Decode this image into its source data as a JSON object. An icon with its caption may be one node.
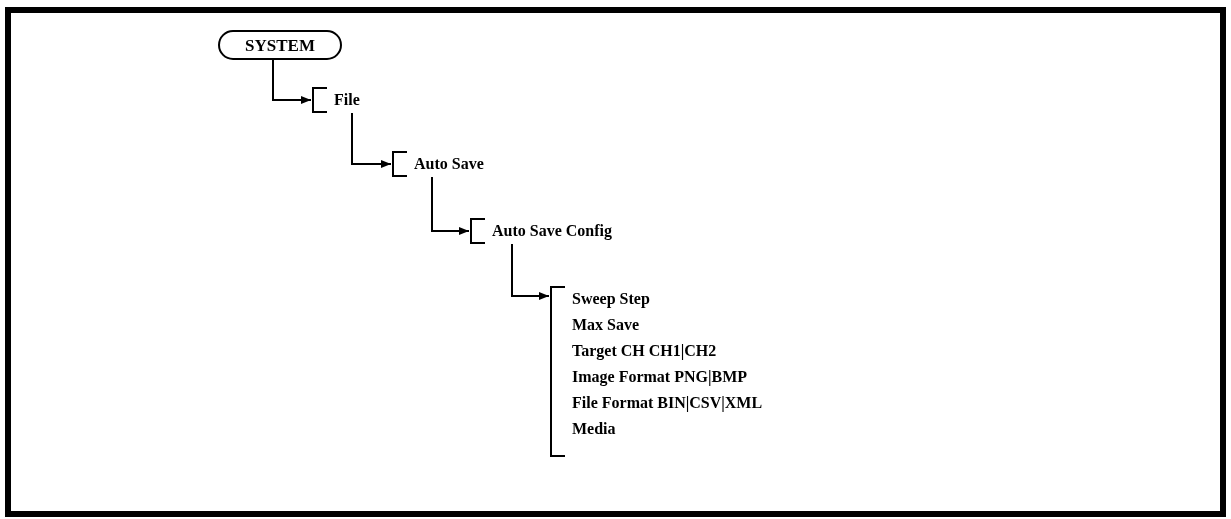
{
  "diagram": {
    "nodes": [
      {
        "text": [
          "SYSTEM"
        ]
      },
      {
        "text": [
          "File"
        ]
      },
      {
        "text": [
          "Auto Save"
        ]
      },
      {
        "text": [
          "Auto Save Config"
        ]
      },
      {
        "text": [
          "Sweep Step",
          "Max Save",
          "Target CH CH1|CH2",
          "Image Format PNG|BMP",
          "File Format BIN|CSV|XML",
          "Media"
        ]
      }
    ],
    "edges": [
      {
        "from": 0,
        "to": 1,
        "arrow": "to"
      },
      {
        "from": 1,
        "to": 2,
        "arrow": "to"
      },
      {
        "from": 2,
        "to": 3,
        "arrow": "to"
      },
      {
        "from": 3,
        "to": 4,
        "arrow": "to"
      }
    ]
  }
}
